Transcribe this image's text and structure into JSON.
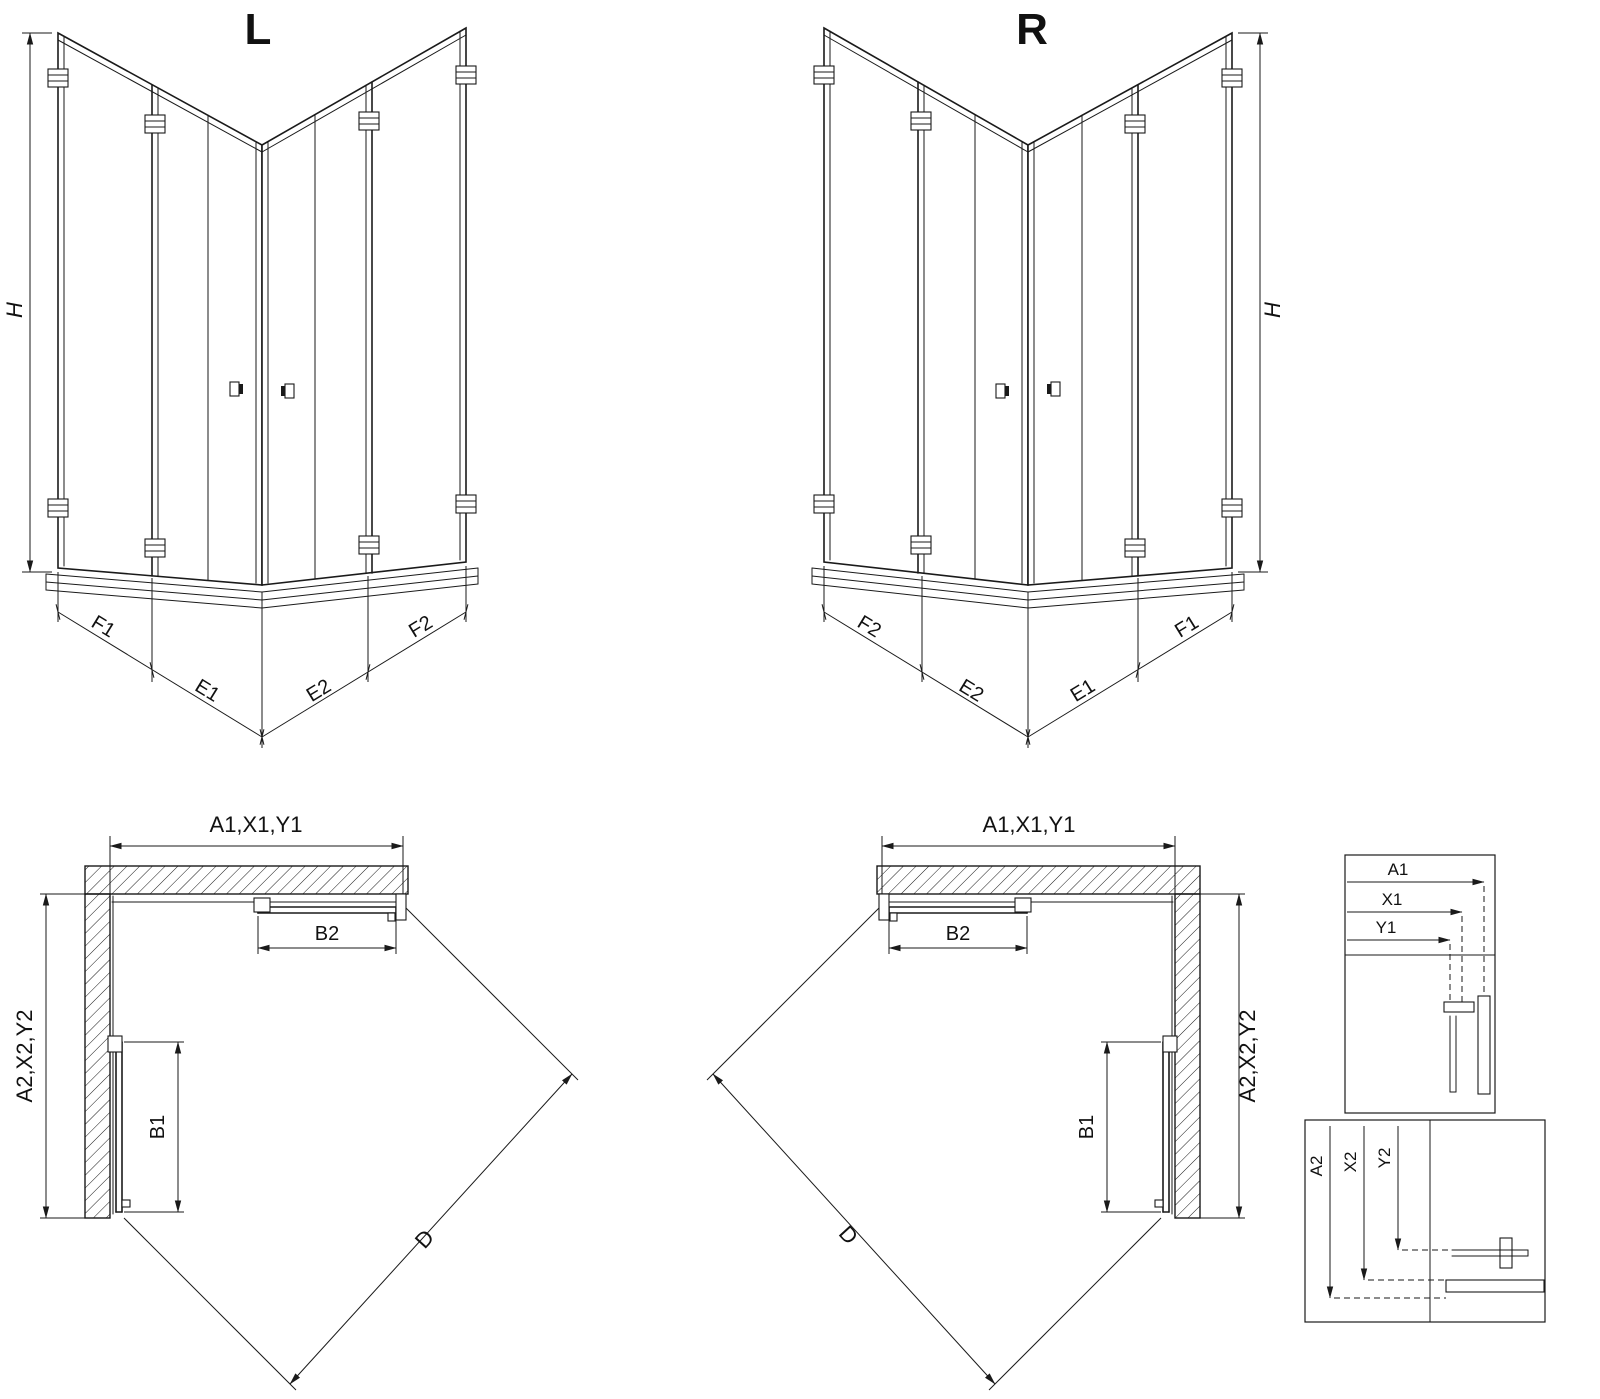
{
  "drawing": {
    "colors": {
      "line": "#1a1a1a",
      "background": "#ffffff"
    },
    "iso_left": {
      "title": "L",
      "height": "H",
      "f1": "F1",
      "e1": "E1",
      "e2": "E2",
      "f2": "F2"
    },
    "iso_right": {
      "title": "R",
      "height": "H",
      "f2": "F2",
      "e2": "E2",
      "e1": "E1",
      "f1": "F1"
    },
    "plan_left": {
      "width": "A1,X1,Y1",
      "depth": "A2,X2,Y2",
      "door_top": "B2",
      "door_side": "B1",
      "diagonal": "D"
    },
    "plan_right": {
      "width": "A1,X1,Y1",
      "depth": "A2,X2,Y2",
      "door_top": "B2",
      "door_side": "B1",
      "diagonal": "D"
    },
    "detail_width": {
      "a1": "A1",
      "x1": "X1",
      "y1": "Y1"
    },
    "detail_depth": {
      "a2": "A2",
      "x2": "X2",
      "y2": "Y2"
    }
  }
}
